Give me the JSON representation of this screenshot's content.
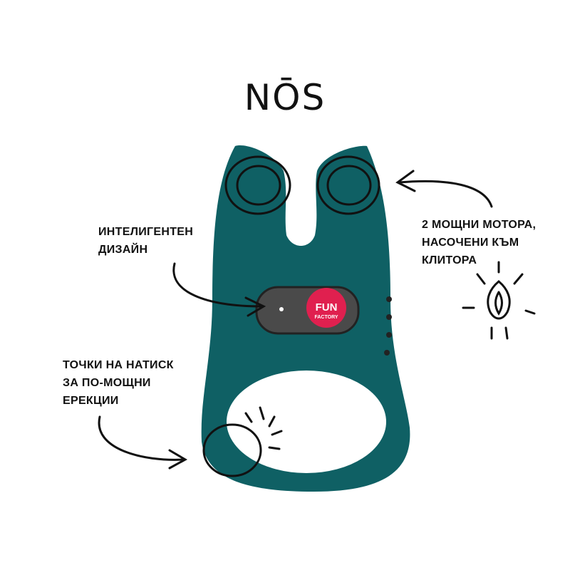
{
  "title": "NŌS",
  "labels": {
    "design": [
      "ИНТЕЛИГЕНТЕН",
      "ДИЗАЙН"
    ],
    "motors": [
      "2 МОЩНИ МОТОРА,",
      "НАСОЧЕНИ КЪМ",
      "КЛИТОРА"
    ],
    "pressure": [
      "ТОЧКИ НА НАТИСК",
      "ЗА ПО-МОЩНИ",
      "ЕРЕКЦИИ"
    ]
  },
  "logo": {
    "line1": "FUN",
    "line2": "FACTORY"
  },
  "colors": {
    "device": "#0f6064",
    "logo": "#e0204f",
    "panel": "#4a4a4a"
  }
}
